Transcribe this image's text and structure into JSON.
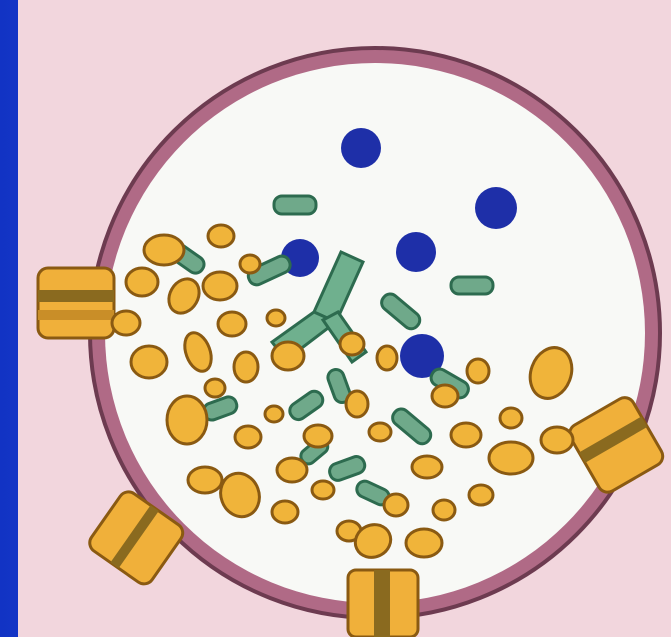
{
  "colors": {
    "background_frame": "#1a39c9",
    "panel": "#f2d6dd",
    "membrane": "#b06a86",
    "membrane_edge": "#6d3b50",
    "cytoplasm": "#f8f9f6",
    "granule_fill": "#f0b43a",
    "granule_edge": "#8a5a12",
    "rod_fill": "#6fa98a",
    "rod_edge": "#2d6b4f",
    "antibody_fill": "#6fb08e",
    "dot_fill": "#1e2fa8",
    "channel_fill": "#f0b03a",
    "channel_band": "#8a6a1f"
  },
  "diagram": {
    "subject": "cell",
    "parts": [
      "membrane",
      "cytoplasm",
      "channels",
      "granules",
      "rods",
      "antibody",
      "dots"
    ]
  }
}
